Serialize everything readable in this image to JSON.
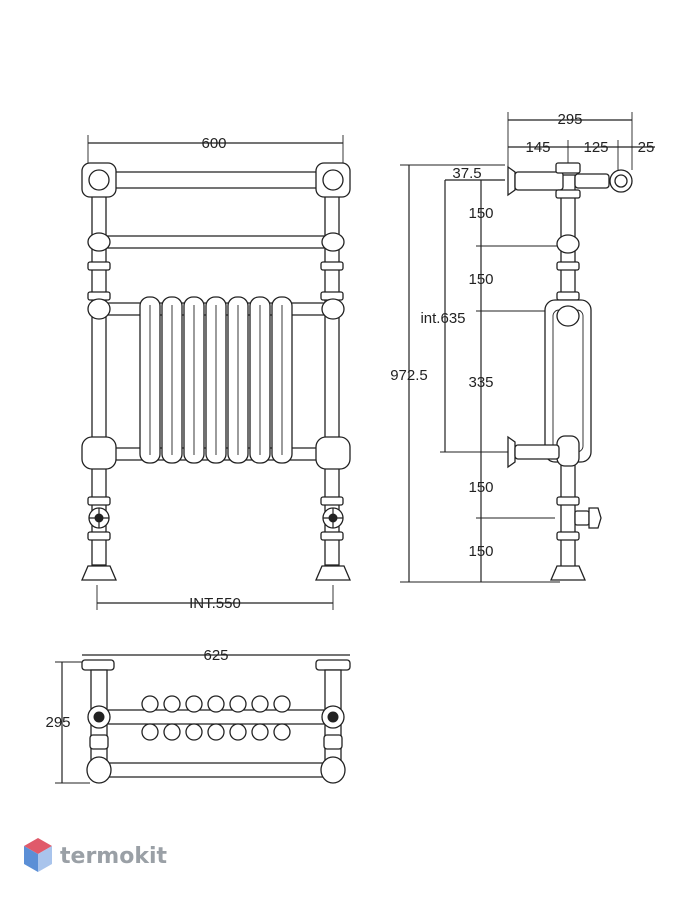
{
  "front_view": {
    "width_label": "600",
    "int_width_label": "INT.550"
  },
  "side_view": {
    "depth_label": "295",
    "segment_labels": [
      "145",
      "125",
      "25"
    ],
    "offset_label": "37.5",
    "total_height_label": "972.5",
    "int_height_label": "int.635",
    "vertical_spacing_labels": [
      "150",
      "150",
      "335",
      "150",
      "150"
    ]
  },
  "top_view": {
    "width_label": "625",
    "depth_label": "295"
  },
  "logo": {
    "text": "termokit",
    "colors": {
      "top": "#e05a6a",
      "left": "#5b8fd6",
      "right": "#a9c4ec"
    }
  }
}
